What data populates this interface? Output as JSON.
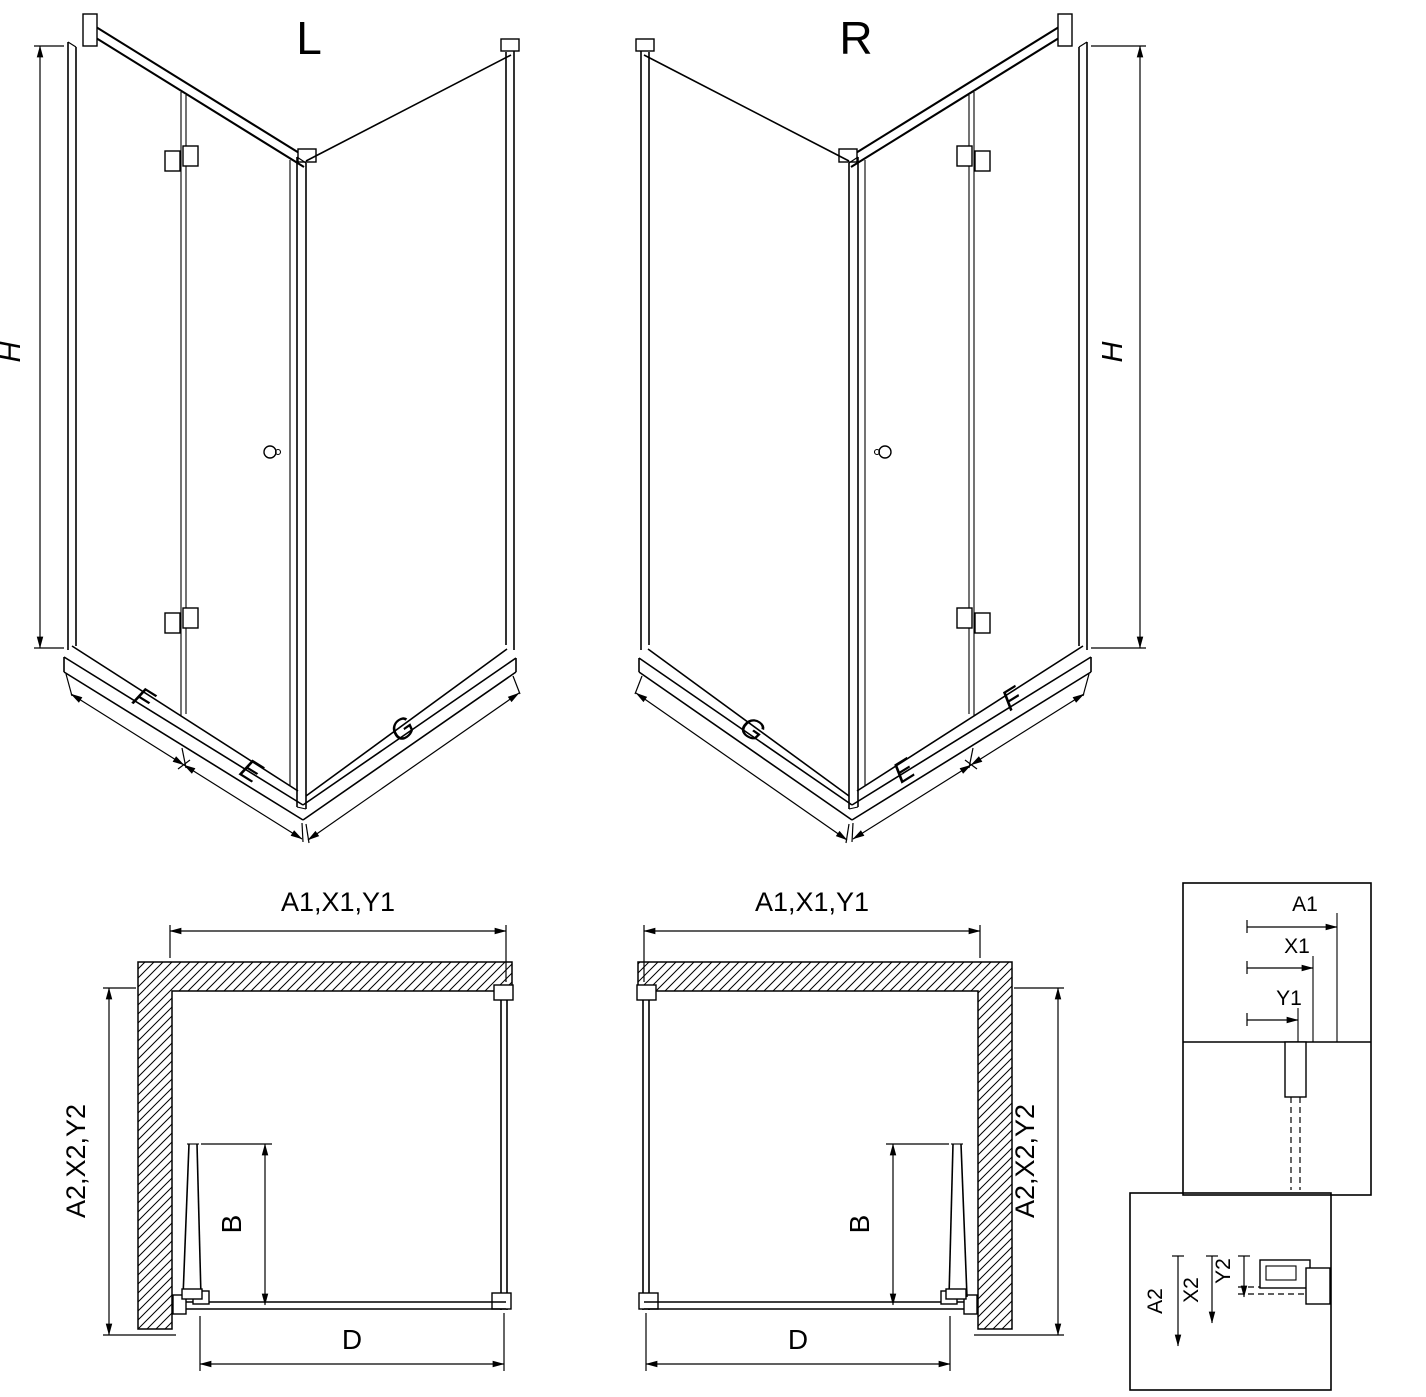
{
  "drawing": {
    "iso_left": {
      "variant": "L",
      "dims": {
        "h": "H",
        "f": "F",
        "e": "E",
        "g": "G"
      }
    },
    "iso_right": {
      "variant": "R",
      "dims": {
        "h": "H",
        "f": "F",
        "e": "E",
        "g": "G"
      }
    },
    "plan_left": {
      "dims": {
        "a1": "A1,X1,Y1",
        "a2": "A2,X2,Y2",
        "b": "B",
        "d": "D"
      }
    },
    "plan_right": {
      "dims": {
        "a1": "A1,X1,Y1",
        "a2": "A2,X2,Y2",
        "b": "B",
        "d": "D"
      }
    },
    "detail_top": {
      "a1": "A1",
      "x1": "X1",
      "y1": "Y1"
    },
    "detail_bottom": {
      "a2": "A2",
      "x2": "X2",
      "y2": "Y2"
    }
  },
  "colors": {
    "line": "#000000",
    "background": "#ffffff"
  }
}
